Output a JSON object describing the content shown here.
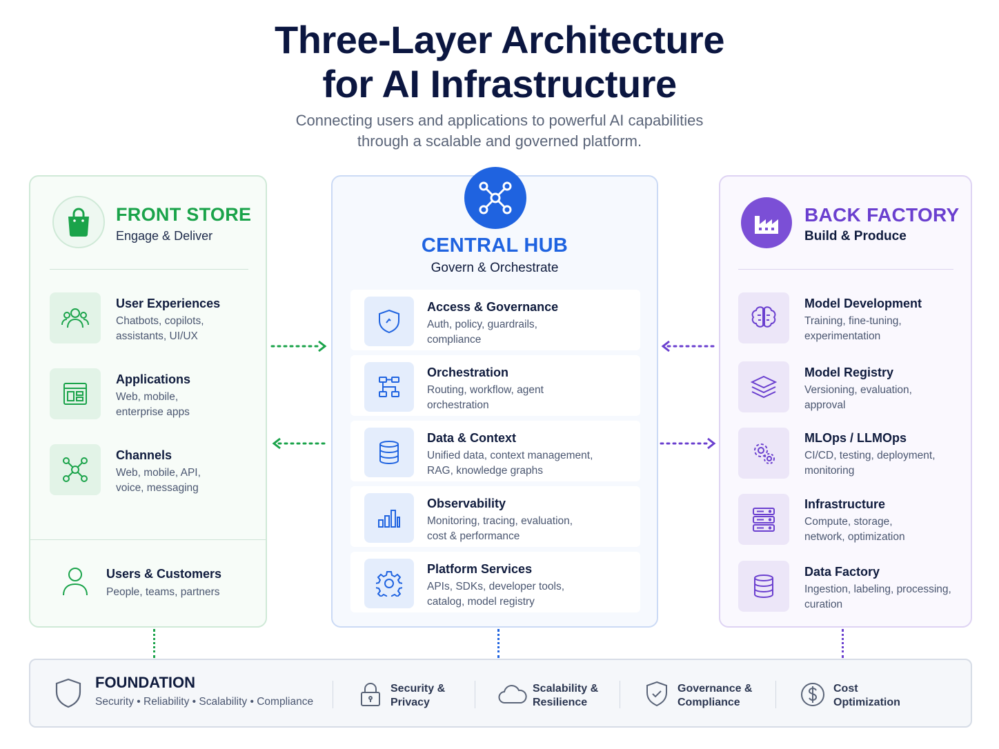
{
  "header": {
    "title_line1": "Three-Layer Architecture",
    "title_line2": "for AI Infrastructure",
    "subtitle_line1": "Connecting users and applications to powerful AI capabilities",
    "subtitle_line2": "through a scalable and governed platform."
  },
  "colors": {
    "front_green": "#1aa34a",
    "hub_blue": "#1f63e0",
    "factory_purple": "#6a3fcf",
    "text_dark": "#0f1b3d"
  },
  "front_store": {
    "title": "FRONT STORE",
    "subtitle": "Engage & Deliver",
    "icon": "shopping-bag-icon",
    "items": [
      {
        "title": "User Experiences",
        "desc_line1": "Chatbots, copilots,",
        "desc_line2": "assistants, UI/UX",
        "icon": "users-icon"
      },
      {
        "title": "Applications",
        "desc_line1": "Web, mobile,",
        "desc_line2": "enterprise apps",
        "icon": "app-window-icon"
      },
      {
        "title": "Channels",
        "desc_line1": "Web, mobile, API,",
        "desc_line2": "voice, messaging",
        "icon": "network-nodes-icon"
      }
    ],
    "footer": {
      "title": "Users & Customers",
      "desc": "People, teams, partners",
      "icon": "user-icon"
    }
  },
  "central_hub": {
    "title": "CENTRAL HUB",
    "subtitle": "Govern & Orchestrate",
    "icon": "hub-nodes-icon",
    "items": [
      {
        "title": "Access & Governance",
        "desc_line1": "Auth, policy, guardrails,",
        "desc_line2": "compliance",
        "icon": "shield-icon"
      },
      {
        "title": "Orchestration",
        "desc_line1": "Routing, workflow, agent",
        "desc_line2": "orchestration",
        "icon": "workflow-icon"
      },
      {
        "title": "Data & Context",
        "desc_line1": "Unified data, context management,",
        "desc_line2": "RAG, knowledge graphs",
        "icon": "database-icon"
      },
      {
        "title": "Observability",
        "desc_line1": "Monitoring, tracing, evaluation,",
        "desc_line2": "cost & performance",
        "icon": "bar-chart-icon"
      },
      {
        "title": "Platform Services",
        "desc_line1": "APIs, SDKs, developer tools,",
        "desc_line2": "catalog, model registry",
        "icon": "gear-icon"
      }
    ]
  },
  "back_factory": {
    "title": "BACK FACTORY",
    "subtitle": "Build & Produce",
    "icon": "factory-icon",
    "items": [
      {
        "title": "Model Development",
        "desc_line1": "Training, fine-tuning,",
        "desc_line2": "experimentation",
        "icon": "brain-icon"
      },
      {
        "title": "Model Registry",
        "desc_line1": "Versioning, evaluation,",
        "desc_line2": "approval",
        "icon": "layers-icon"
      },
      {
        "title": "MLOps / LLMOps",
        "desc_line1": "CI/CD, testing, deployment,",
        "desc_line2": "monitoring",
        "icon": "cog-cluster-icon"
      },
      {
        "title": "Infrastructure",
        "desc_line1": "Compute, storage,",
        "desc_line2": "network, optimization",
        "icon": "server-icon"
      },
      {
        "title": "Data Factory",
        "desc_line1": "Ingestion, labeling, processing,",
        "desc_line2": "curation",
        "icon": "database-icon"
      }
    ]
  },
  "foundation": {
    "title": "FOUNDATION",
    "subtitle": "Security • Reliability • Scalability • Compliance",
    "icon": "shield-icon",
    "pillars": [
      {
        "line1": "Security &",
        "line2": "Privacy",
        "icon": "lock-icon"
      },
      {
        "line1": "Scalability &",
        "line2": "Resilience",
        "icon": "cloud-icon"
      },
      {
        "line1": "Governance &",
        "line2": "Compliance",
        "icon": "shield-check-icon"
      },
      {
        "line1": "Cost",
        "line2": "Optimization",
        "icon": "dollar-icon"
      }
    ]
  }
}
